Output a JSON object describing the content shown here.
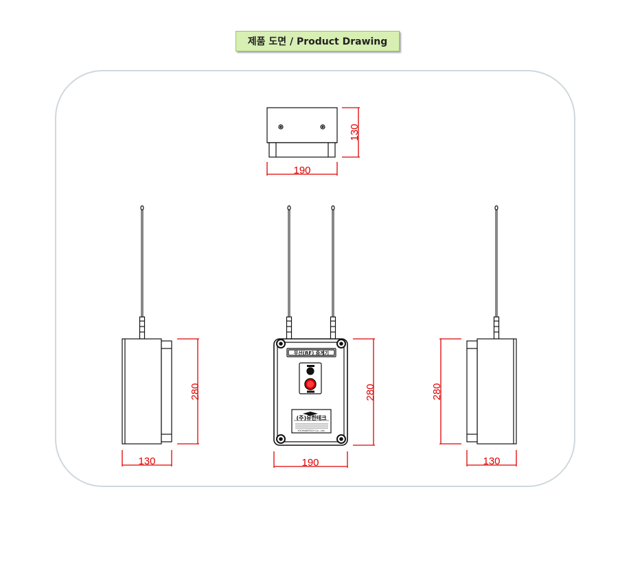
{
  "title": "제품 도면 / Product Drawing",
  "top_view": {
    "width": "190",
    "height": "130"
  },
  "left_view": {
    "width": "130",
    "height": "280"
  },
  "front_view": {
    "width": "190",
    "height": "280",
    "label": "무선(RF) 중계기",
    "nameplate_company": "(주)유한테크",
    "nameplate_line1": "YOOHANTECH Co., Ltd."
  },
  "right_view": {
    "width": "130",
    "height": "280"
  },
  "colors": {
    "dimension": "#e00000",
    "badge_bg": "#d8efb4",
    "panel_border": "#cfd8dc"
  }
}
